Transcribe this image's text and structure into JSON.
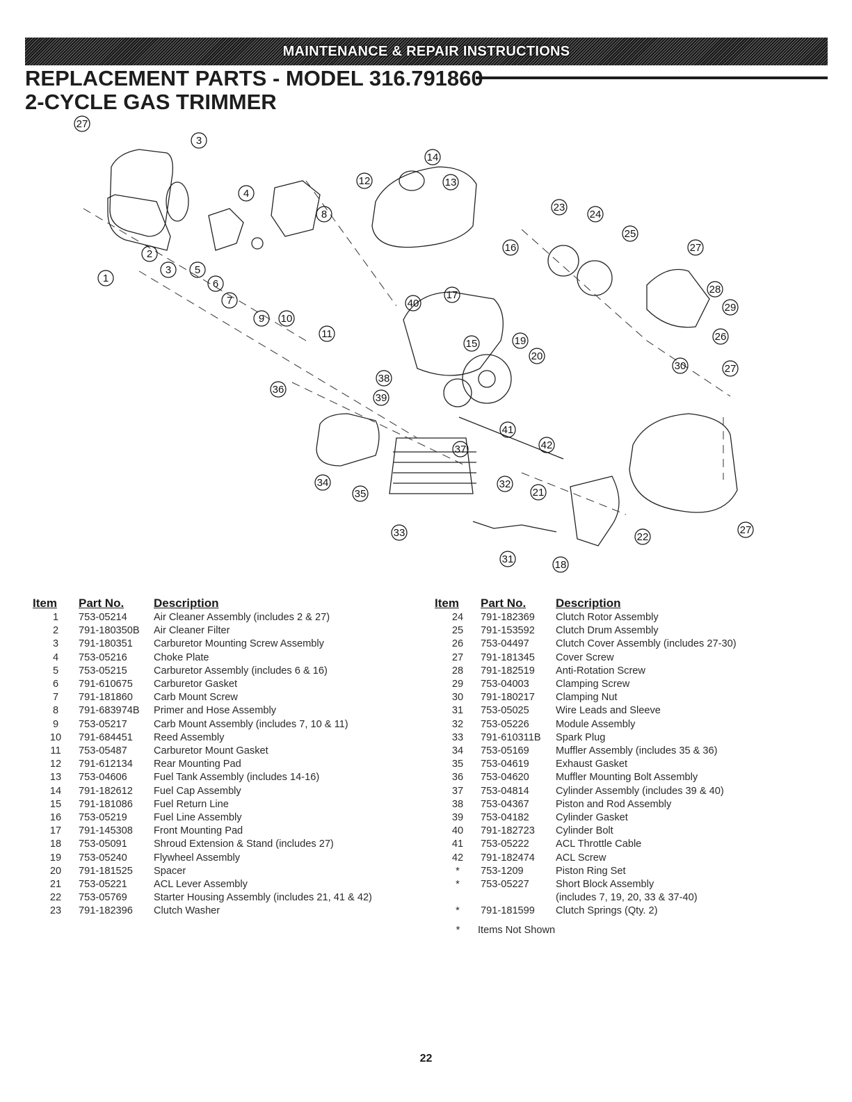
{
  "banner": "MAINTENANCE & REPAIR INSTRUCTIONS",
  "title_line1": "REPLACEMENT PARTS - MODEL 316.791860",
  "title_line2": "2-CYCLE GAS TRIMMER",
  "headers": {
    "item": "Item",
    "part": "Part No.",
    "desc": "Description"
  },
  "parts_left": [
    {
      "item": "1",
      "part": "753-05214",
      "desc": "Air Cleaner Assembly (includes 2 & 27)"
    },
    {
      "item": "2",
      "part": "791-180350B",
      "desc": "Air Cleaner Filter"
    },
    {
      "item": "3",
      "part": "791-180351",
      "desc": "Carburetor Mounting Screw Assembly"
    },
    {
      "item": "4",
      "part": "753-05216",
      "desc": "Choke Plate"
    },
    {
      "item": "5",
      "part": "753-05215",
      "desc": "Carburetor Assembly  (includes 6 & 16)"
    },
    {
      "item": "6",
      "part": "791-610675",
      "desc": "Carburetor Gasket"
    },
    {
      "item": "7",
      "part": "791-181860",
      "desc": "Carb Mount Screw"
    },
    {
      "item": "8",
      "part": "791-683974B",
      "desc": "Primer and Hose Assembly"
    },
    {
      "item": "9",
      "part": "753-05217",
      "desc": "Carb Mount Assembly (includes 7, 10 & 11)"
    },
    {
      "item": "10",
      "part": "791-684451",
      "desc": "Reed Assembly"
    },
    {
      "item": "11",
      "part": "753-05487",
      "desc": "Carburetor Mount Gasket"
    },
    {
      "item": "12",
      "part": "791-612134",
      "desc": "Rear Mounting Pad"
    },
    {
      "item": "13",
      "part": "753-04606",
      "desc": "Fuel Tank Assembly (includes 14-16)"
    },
    {
      "item": "14",
      "part": "791-182612",
      "desc": "Fuel Cap Assembly"
    },
    {
      "item": "15",
      "part": "791-181086",
      "desc": "Fuel Return Line"
    },
    {
      "item": "16",
      "part": "753-05219",
      "desc": "Fuel Line Assembly"
    },
    {
      "item": "17",
      "part": "791-145308",
      "desc": "Front Mounting Pad"
    },
    {
      "item": "18",
      "part": "753-05091",
      "desc": "Shroud Extension & Stand (includes 27)"
    },
    {
      "item": "19",
      "part": "753-05240",
      "desc": "Flywheel Assembly"
    },
    {
      "item": "20",
      "part": "791-181525",
      "desc": "Spacer"
    },
    {
      "item": "21",
      "part": "753-05221",
      "desc": "ACL Lever Assembly"
    },
    {
      "item": "22",
      "part": "753-05769",
      "desc": "Starter Housing Assembly (includes 21, 41 & 42)"
    },
    {
      "item": "23",
      "part": "791-182396",
      "desc": "Clutch Washer"
    }
  ],
  "parts_right": [
    {
      "item": "24",
      "part": "791-182369",
      "desc": "Clutch Rotor Assembly"
    },
    {
      "item": "25",
      "part": "791-153592",
      "desc": "Clutch Drum Assembly"
    },
    {
      "item": "26",
      "part": "753-04497",
      "desc": "Clutch Cover Assembly (includes 27-30)"
    },
    {
      "item": "27",
      "part": "791-181345",
      "desc": "Cover Screw"
    },
    {
      "item": "28",
      "part": "791-182519",
      "desc": "Anti-Rotation Screw"
    },
    {
      "item": "29",
      "part": "753-04003",
      "desc": "Clamping Screw"
    },
    {
      "item": "30",
      "part": "791-180217",
      "desc": "Clamping Nut"
    },
    {
      "item": "31",
      "part": "753-05025",
      "desc": "Wire Leads and Sleeve"
    },
    {
      "item": "32",
      "part": "753-05226",
      "desc": "Module Assembly"
    },
    {
      "item": "33",
      "part": "791-610311B",
      "desc": "Spark Plug"
    },
    {
      "item": "34",
      "part": "753-05169",
      "desc": "Muffler Assembly (includes 35 & 36)"
    },
    {
      "item": "35",
      "part": "753-04619",
      "desc": "Exhaust Gasket"
    },
    {
      "item": "36",
      "part": "753-04620",
      "desc": "Muffler Mounting Bolt Assembly"
    },
    {
      "item": "37",
      "part": "753-04814",
      "desc": "Cylinder Assembly (includes 39 & 40)"
    },
    {
      "item": "38",
      "part": "753-04367",
      "desc": "Piston and Rod Assembly"
    },
    {
      "item": "39",
      "part": "753-04182",
      "desc": "Cylinder Gasket"
    },
    {
      "item": "40",
      "part": "791-182723",
      "desc": "Cylinder Bolt"
    },
    {
      "item": "41",
      "part": "753-05222",
      "desc": "ACL Throttle Cable"
    },
    {
      "item": "42",
      "part": "791-182474",
      "desc": "ACL Screw"
    },
    {
      "item": "*",
      "part": "753-1209",
      "desc": "Piston Ring Set"
    },
    {
      "item": "*",
      "part": "753-05227",
      "desc": "Short Block Assembly"
    },
    {
      "item": "",
      "part": "",
      "desc": "(includes 7, 19, 20, 33 & 37-40)"
    },
    {
      "item": "*",
      "part": "791-181599",
      "desc": "Clutch Springs (Qty. 2)"
    }
  ],
  "footnote_star": "*",
  "footnote_text": "Items Not Shown",
  "page_number": "22",
  "callouts": [
    "27",
    "3",
    "4",
    "2",
    "3",
    "5",
    "6",
    "7",
    "1",
    "8",
    "9",
    "10",
    "11",
    "12",
    "14",
    "13",
    "16",
    "17",
    "40",
    "15",
    "23",
    "24",
    "25",
    "27",
    "28",
    "29",
    "26",
    "30",
    "27",
    "19",
    "20",
    "36",
    "38",
    "39",
    "34",
    "35",
    "37",
    "41",
    "42",
    "32",
    "21",
    "33",
    "31",
    "18",
    "22",
    "27"
  ]
}
